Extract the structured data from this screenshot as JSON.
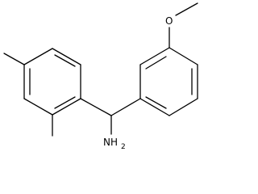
{
  "molecule": {
    "atoms": {
      "oxygen": "O",
      "amine": "NH",
      "amine_subscript": "2"
    },
    "colors": {
      "bond": "#000000",
      "background": "#ffffff"
    }
  }
}
